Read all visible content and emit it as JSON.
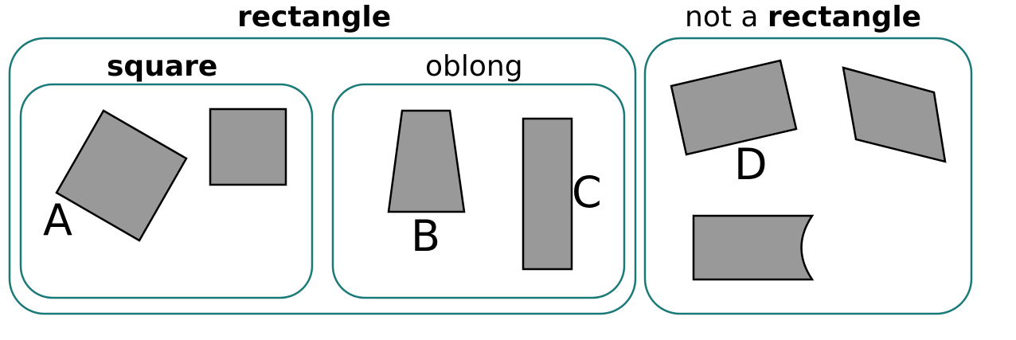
{
  "labels": {
    "rectangle": "rectangle",
    "not_rectangle_prefix": "not a ",
    "not_rectangle_bold": "rectangle",
    "square": "square",
    "oblong": "oblong"
  },
  "shape_letters": {
    "a": "A",
    "b": "B",
    "c": "C",
    "d": "D"
  },
  "colors": {
    "box_border": "#1a7a78",
    "shape_fill": "#999999",
    "shape_stroke": "#000000"
  }
}
